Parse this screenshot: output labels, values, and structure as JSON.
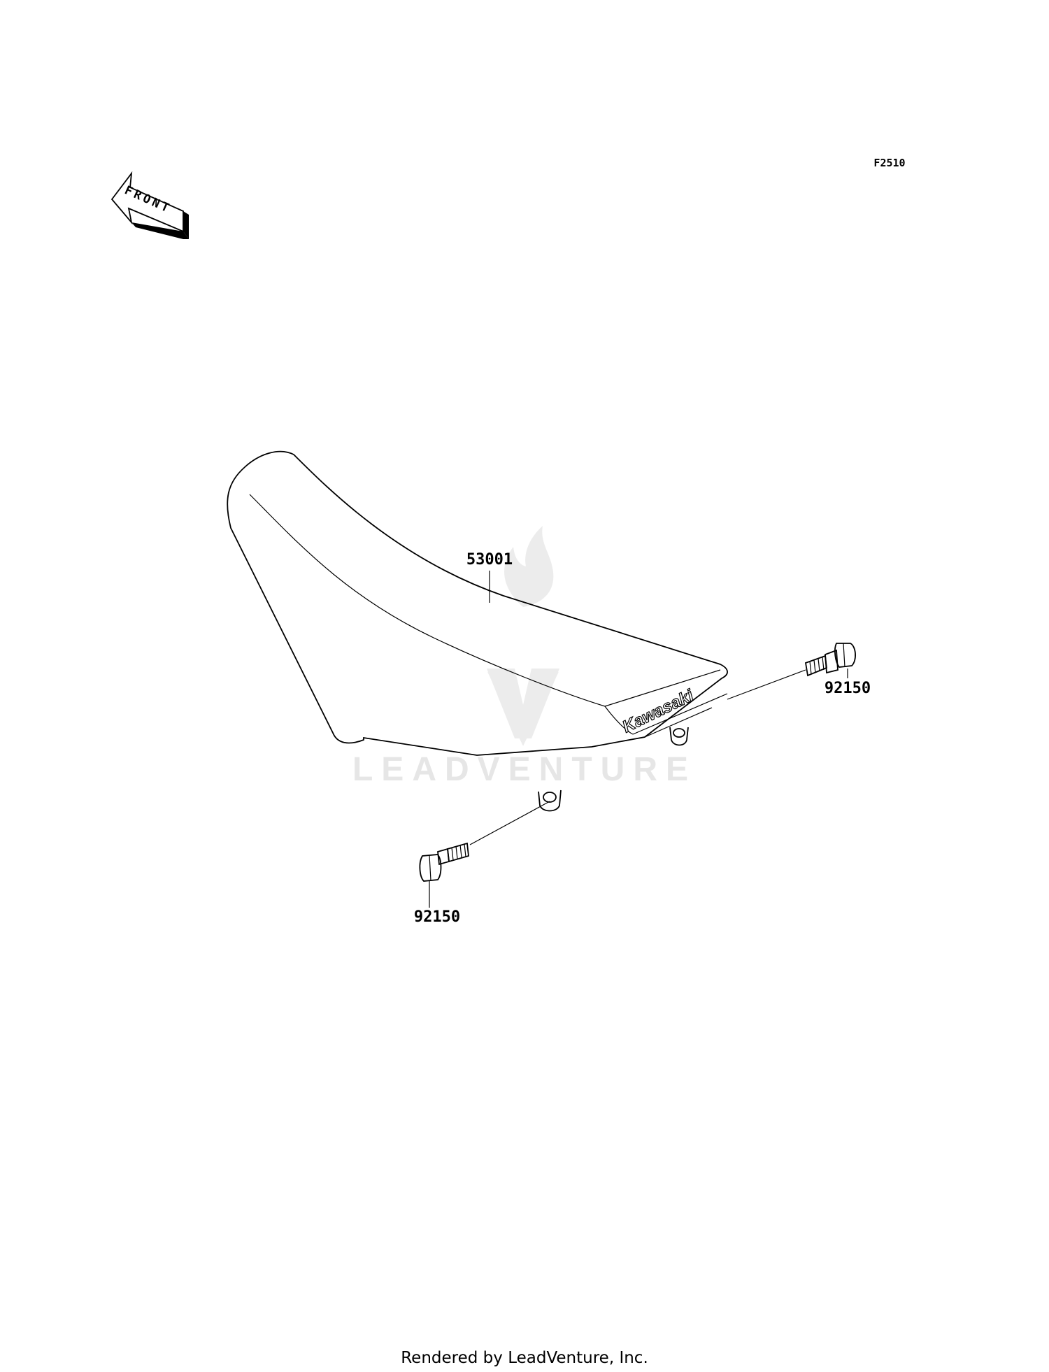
{
  "diagram": {
    "figure_code": "F2510",
    "front_arrow_text": "FRONT",
    "parts": [
      {
        "part_number": "53001"
      },
      {
        "part_number": "92150"
      },
      {
        "part_number": "92150"
      }
    ],
    "seat_brand": "Kawasaki",
    "watermark": "LEADVENTURE",
    "footer": "Rendered by LeadVenture, Inc."
  }
}
